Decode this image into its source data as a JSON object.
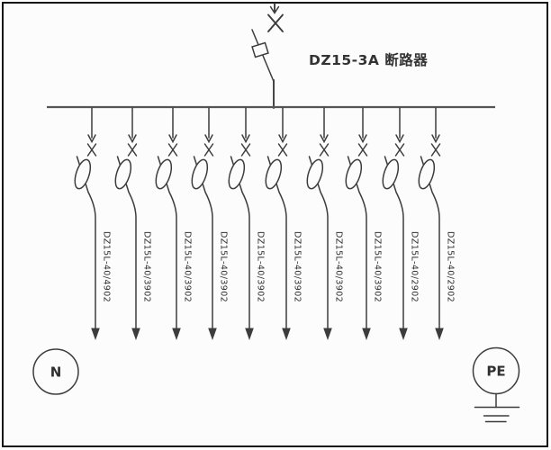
{
  "incoming": {
    "label": "DZ15-3A 断路器"
  },
  "branches": [
    {
      "label": "DZ15L-40/4902"
    },
    {
      "label": "DZ15L-40/3902"
    },
    {
      "label": "DZ15L-40/3902"
    },
    {
      "label": "DZ15L-40/3902"
    },
    {
      "label": "DZ15L-40/3902"
    },
    {
      "label": "DZ15L-40/3902"
    },
    {
      "label": "DZ15L-40/3902"
    },
    {
      "label": "DZ15L-40/3902"
    },
    {
      "label": "DZ15L-40/2902"
    },
    {
      "label": "DZ15L-40/2902"
    }
  ],
  "terminals": {
    "neutral_label": "N",
    "earth_label": "PE"
  },
  "colors": {
    "line": "#3c3c3c",
    "busbar": "#555555",
    "text": "#2f2f2f",
    "title_text": "#333333",
    "background": "#fcfcfc",
    "frame": "#141414"
  }
}
